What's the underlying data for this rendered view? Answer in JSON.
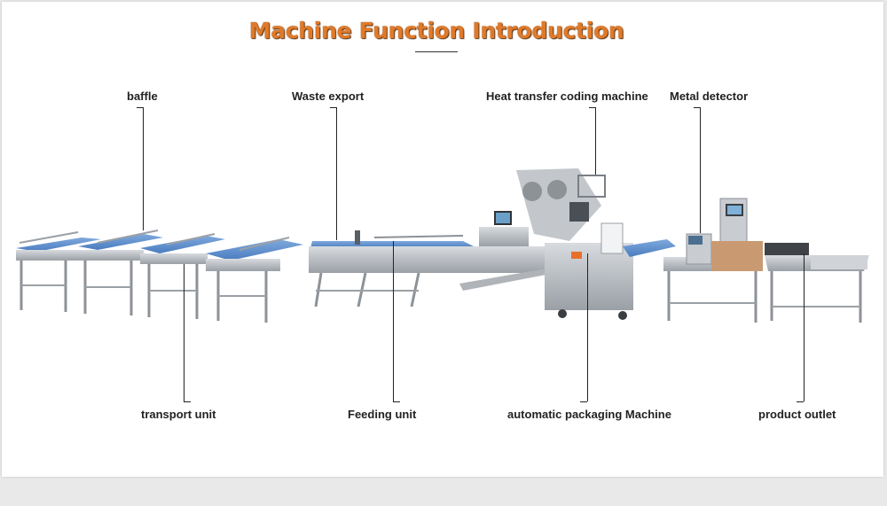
{
  "title": "Machine Function Introduction",
  "labels": {
    "baffle": "baffle",
    "waste_export": "Waste export",
    "heat_transfer": "Heat transfer coding machine",
    "metal_detector": "Metal detector",
    "transport_unit": "transport unit",
    "feeding_unit": "Feeding unit",
    "packaging_machine": "automatic packaging Machine",
    "product_outlet": "product outlet"
  },
  "colors": {
    "title": "#e07a2a",
    "belt": "#5b8fd0",
    "steel": "#b8bcc2"
  }
}
